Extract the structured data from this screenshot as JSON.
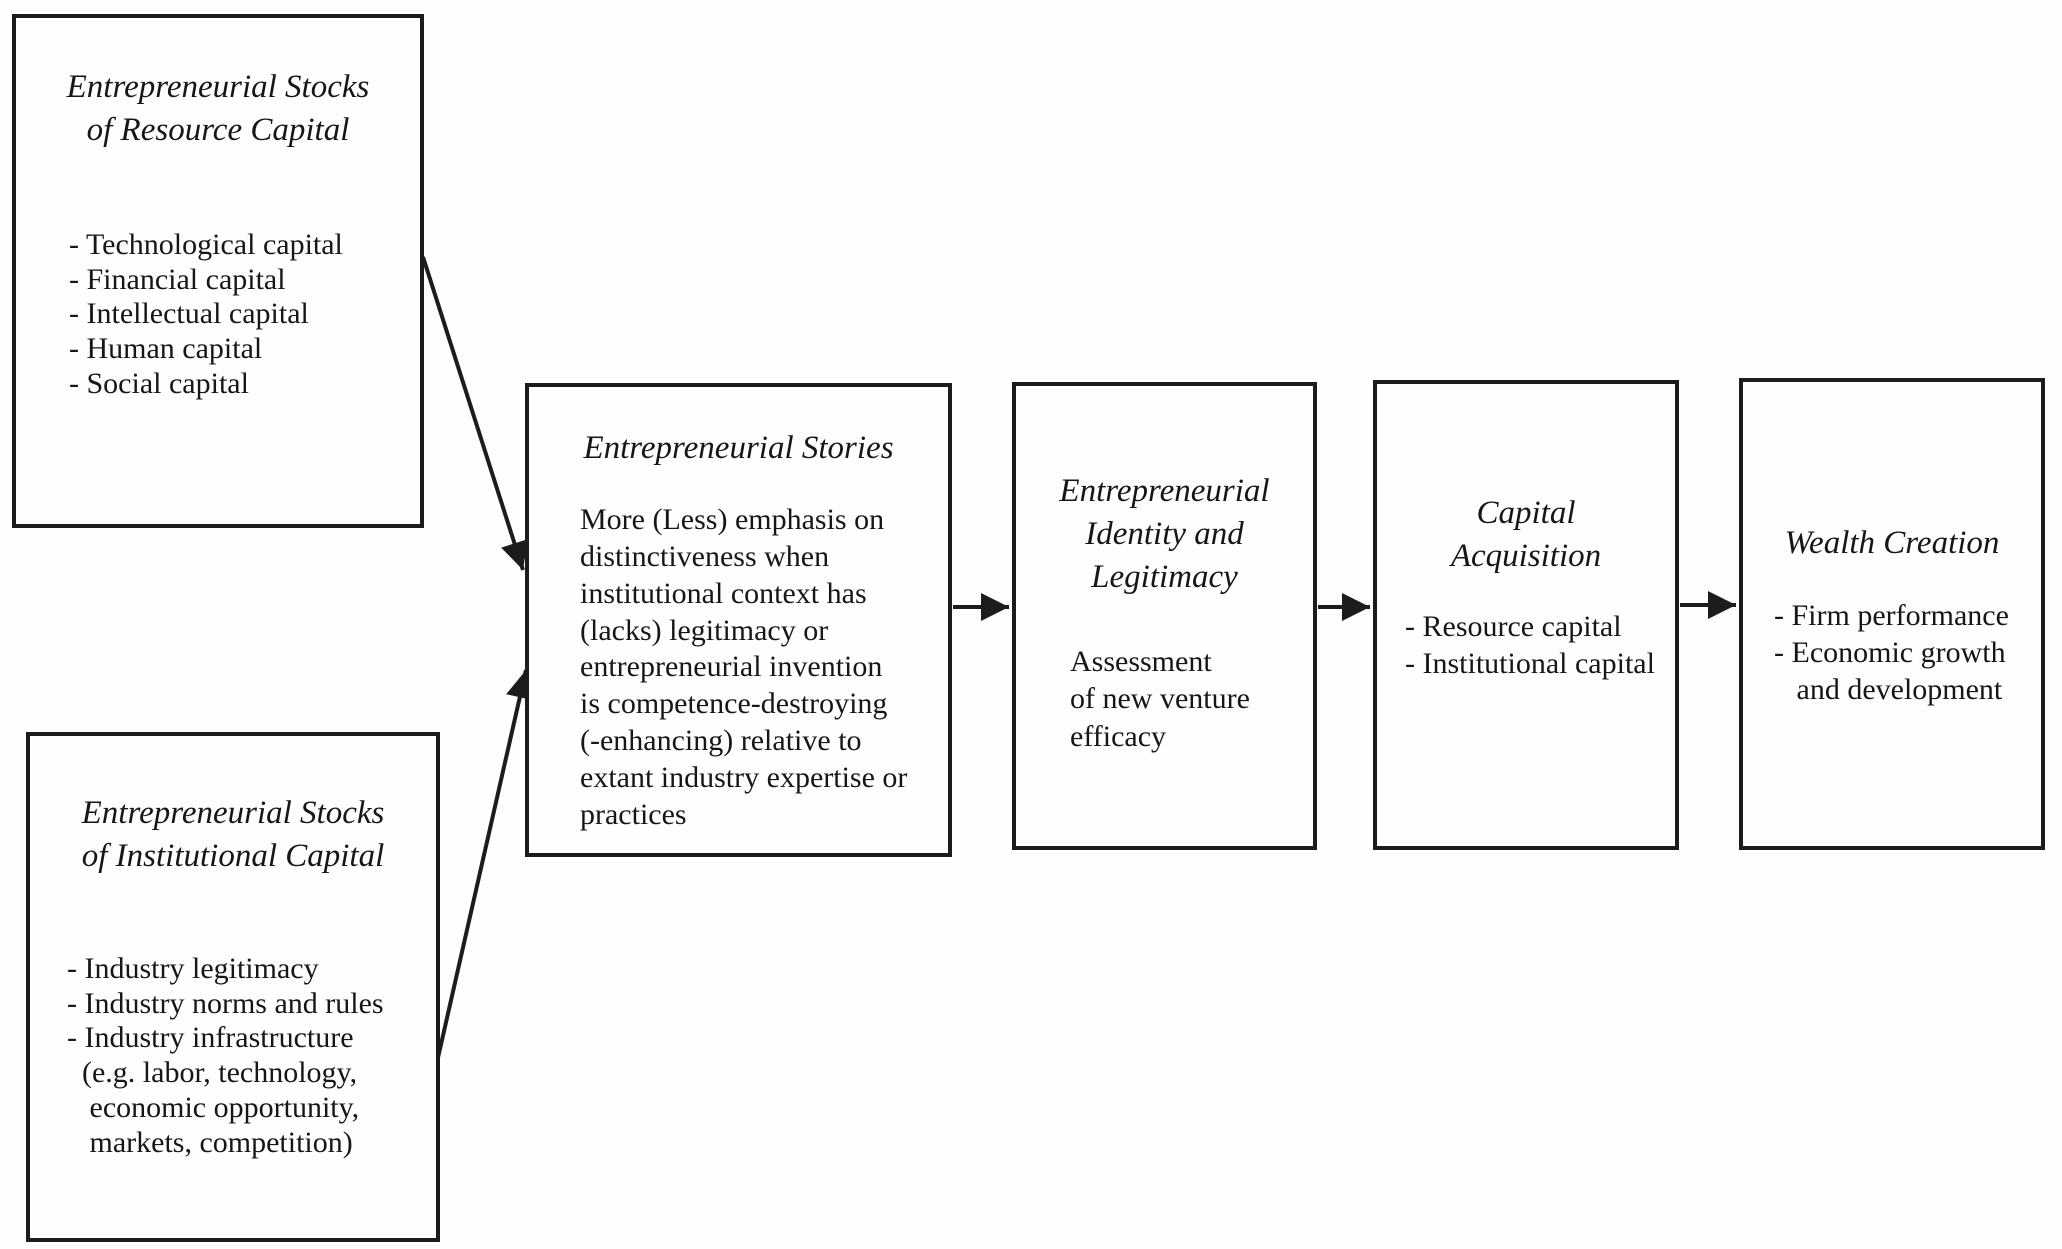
{
  "figure": {
    "background_color": "#fefefe",
    "line_color": "#1c1c1c"
  },
  "boxes": {
    "resource_capital": {
      "title": "Entrepreneurial Stocks\nof Resource Capital",
      "items": [
        "- Technological capital",
        "- Financial capital",
        "- Intellectual capital",
        "- Human capital",
        "- Social capital"
      ]
    },
    "institutional_capital": {
      "title": "Entrepreneurial Stocks\nof Institutional Capital",
      "items": [
        "- Industry legitimacy",
        "- Industry norms and rules",
        "- Industry infrastructure",
        "  (e.g. labor, technology,",
        "   economic opportunity,",
        "   markets, competition)"
      ]
    },
    "stories": {
      "title": "Entrepreneurial Stories",
      "body": "More (Less) emphasis on\ndistinctiveness when\ninstitutional context has\n(lacks) legitimacy or\nentrepreneurial invention\nis competence-destroying\n(-enhancing) relative to\nextant industry expertise or\npractices"
    },
    "identity": {
      "title": "Entrepreneurial\nIdentity and\nLegitimacy",
      "body": "Assessment\nof new venture\nefficacy"
    },
    "capital_acquisition": {
      "title": "Capital\nAcquisition",
      "items": [
        "- Resource capital",
        "- Institutional capital"
      ]
    },
    "wealth_creation": {
      "title": "Wealth Creation",
      "items": [
        "- Firm performance",
        "- Economic growth",
        "   and development"
      ]
    }
  }
}
